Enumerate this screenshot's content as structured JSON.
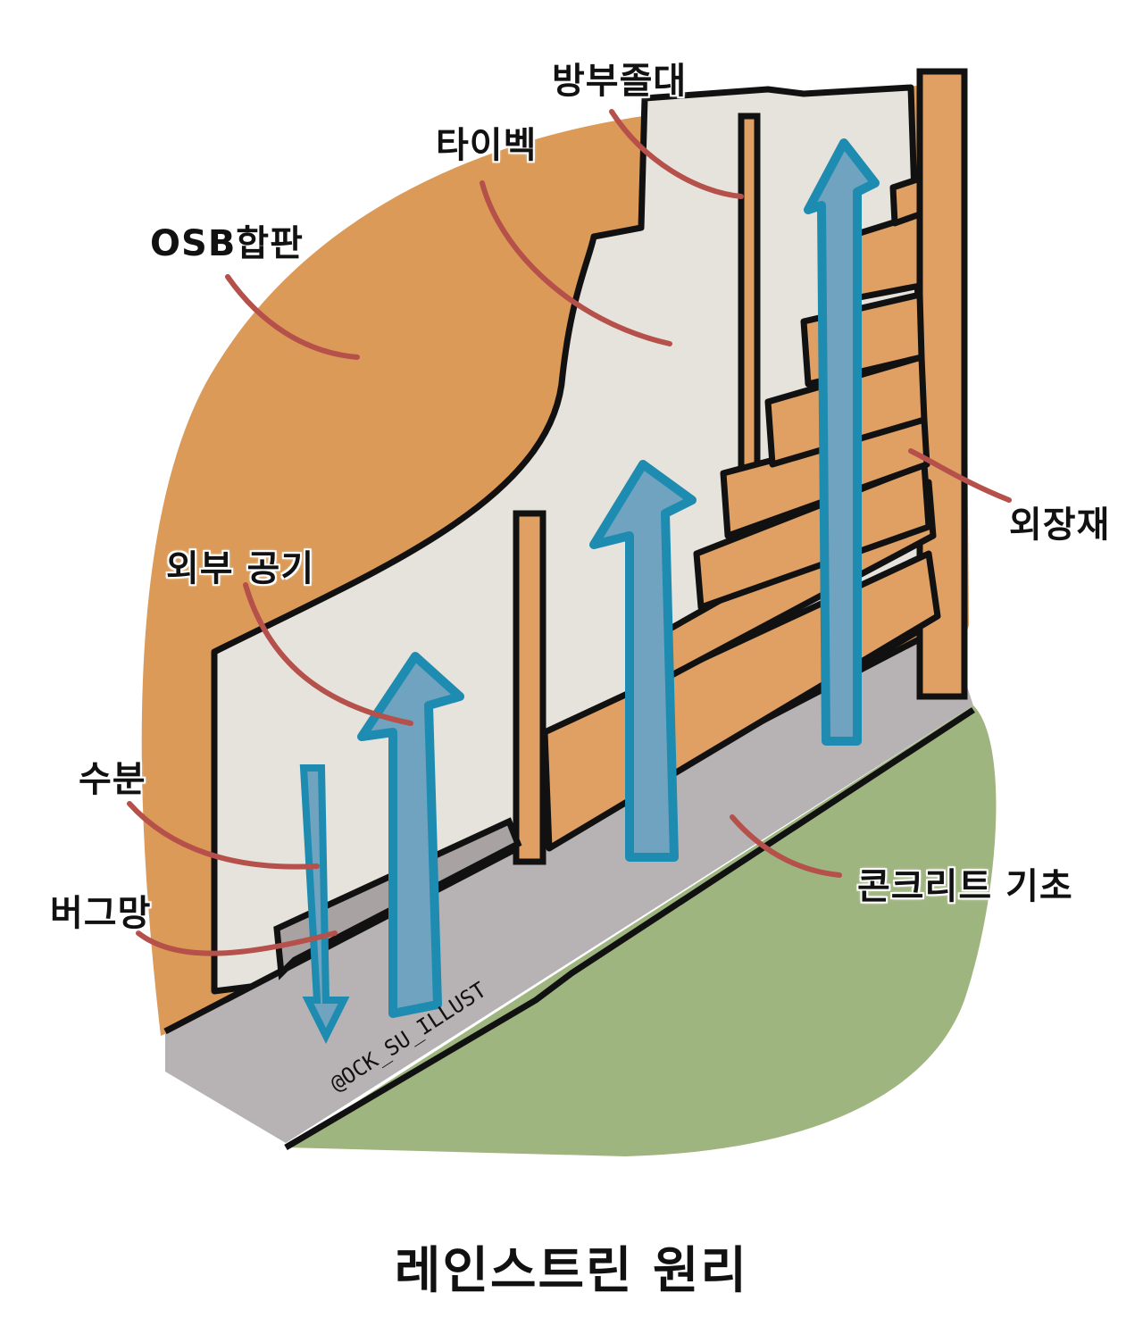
{
  "title": "레인스트린 원리",
  "watermark": "@OCK_SU_ILLUST",
  "labels": {
    "osb": "OSB합판",
    "tyvek": "타이벡",
    "furring": "방부졸대",
    "siding": "외장재",
    "outside_air": "외부 공기",
    "moisture": "수분",
    "bug_screen": "버그망",
    "concrete": "콘크리트 기초"
  },
  "colors": {
    "osb": "#DB9A57",
    "tyvek": "#E6E2DC",
    "wood": "#E0A063",
    "concrete": "#B7B3B5",
    "grass": "#9FB57F",
    "air_fill": "#6FA3BF",
    "air_outline": "#1E8BB0",
    "pointer_arrow": "#B5504A",
    "outline": "#111111"
  }
}
